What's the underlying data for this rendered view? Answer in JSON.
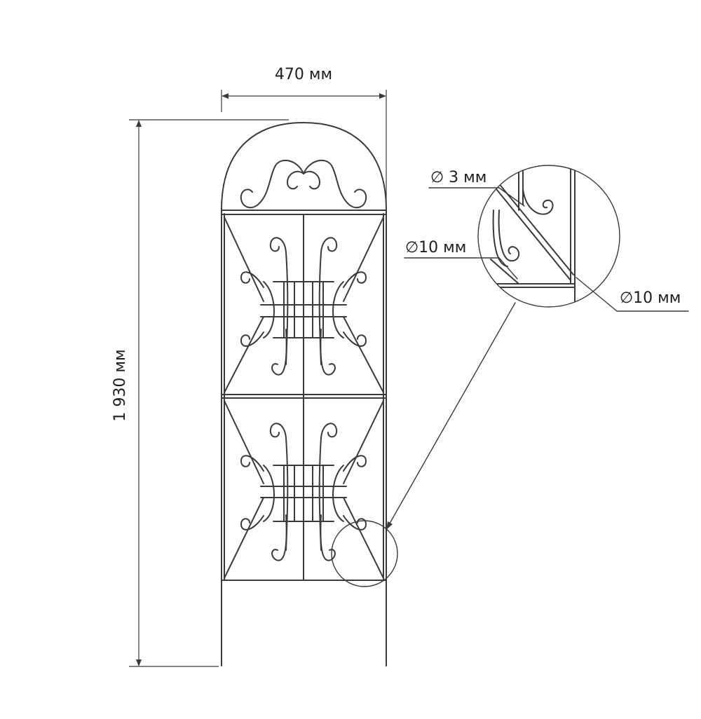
{
  "dimensions": {
    "width_label": "470 мм",
    "height_label": "1 930 мм"
  },
  "callouts": {
    "wire_thin": "∅ 3 мм",
    "wire_thick_left": "∅10 мм",
    "wire_thick_right": "∅10 мм"
  },
  "colors": {
    "line": "#3a3a3a",
    "background": "#ffffff"
  }
}
